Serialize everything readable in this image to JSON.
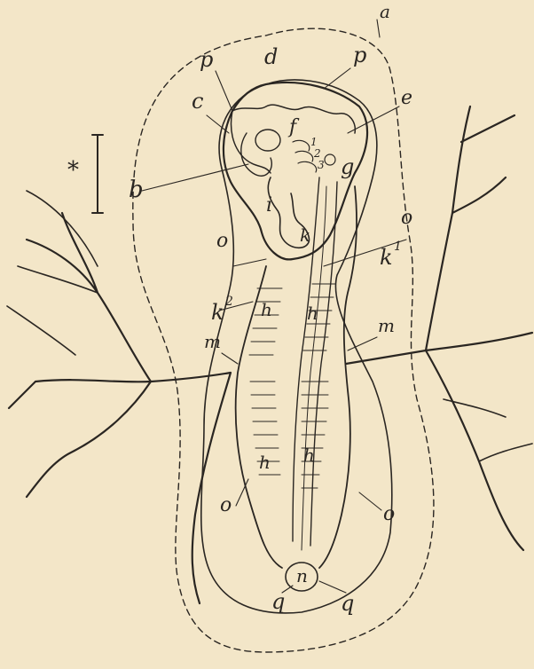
{
  "figure": {
    "background": "#f3e6c8",
    "ink": "#2a2622",
    "scale_mark": "*",
    "labels": {
      "a": "a",
      "d": "d",
      "p_left": "p",
      "p_right": "p",
      "c": "c",
      "e": "e",
      "f": "f",
      "g": "g",
      "n1": "1",
      "n2": "2",
      "n3": "3",
      "b": "b",
      "i": "i",
      "k": "k",
      "o_top_left": "o",
      "o_top_right": "o",
      "k1": "k",
      "k1_sup": "1",
      "k2": "k",
      "k2_sup": "2",
      "h_upper_left": "h",
      "h_upper_right": "h",
      "m_left": "m",
      "m_right": "m",
      "h_lower_left": "h",
      "h_lower_right": "h",
      "o_lower_left": "o",
      "o_lower_right": "o",
      "n": "n",
      "q_left": "q",
      "q_right": "q"
    }
  }
}
